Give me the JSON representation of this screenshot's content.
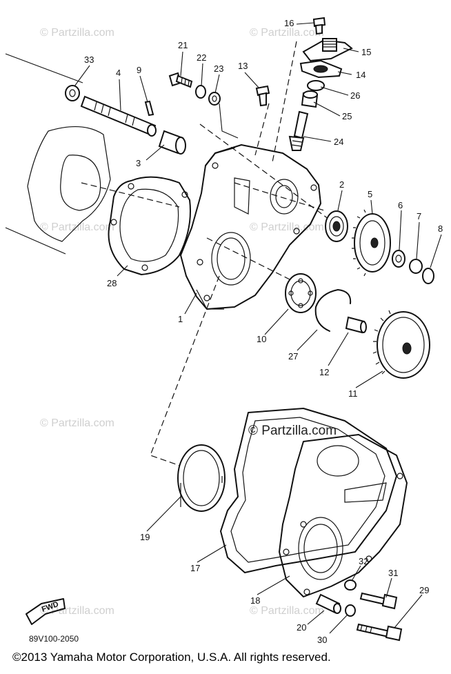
{
  "watermark": "© Partzilla.com",
  "watermark_prominent": "© Partzilla.com",
  "fwd_arrow_text": "FWD",
  "diagram_code": "89V100-2050",
  "copyright": "©2013  Yamaha Motor Corporation, U.S.A. All rights reserved.",
  "callouts": [
    "1",
    "2",
    "3",
    "4",
    "5",
    "6",
    "7",
    "8",
    "9",
    "10",
    "11",
    "12",
    "13",
    "14",
    "15",
    "16",
    "17",
    "18",
    "19",
    "20",
    "21",
    "22",
    "23",
    "24",
    "25",
    "26",
    "27",
    "28",
    "29",
    "30",
    "31",
    "32",
    "33"
  ]
}
